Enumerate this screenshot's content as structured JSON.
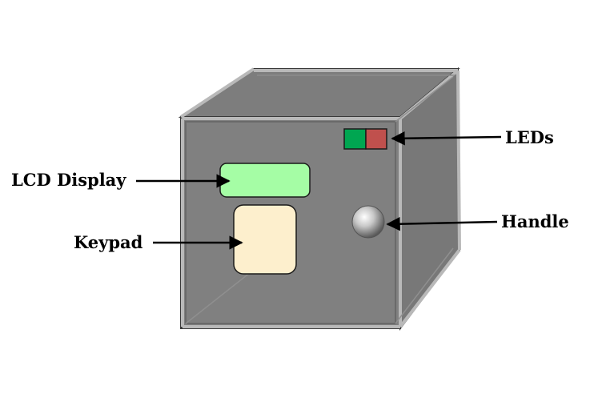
{
  "diagram": {
    "labels": {
      "lcd_display": "LCD Display",
      "keypad": "Keypad",
      "leds": "LEDs",
      "handle": "Handle"
    },
    "colors": {
      "body": "#7d7d7d",
      "edge": "#b4b4b4",
      "outline": "#3a3a3a",
      "lcd": "#a5fda5",
      "keypad": "#fdefcd",
      "led_green": "#00a651",
      "led_red": "#c0504d",
      "arrow": "#000000"
    }
  }
}
